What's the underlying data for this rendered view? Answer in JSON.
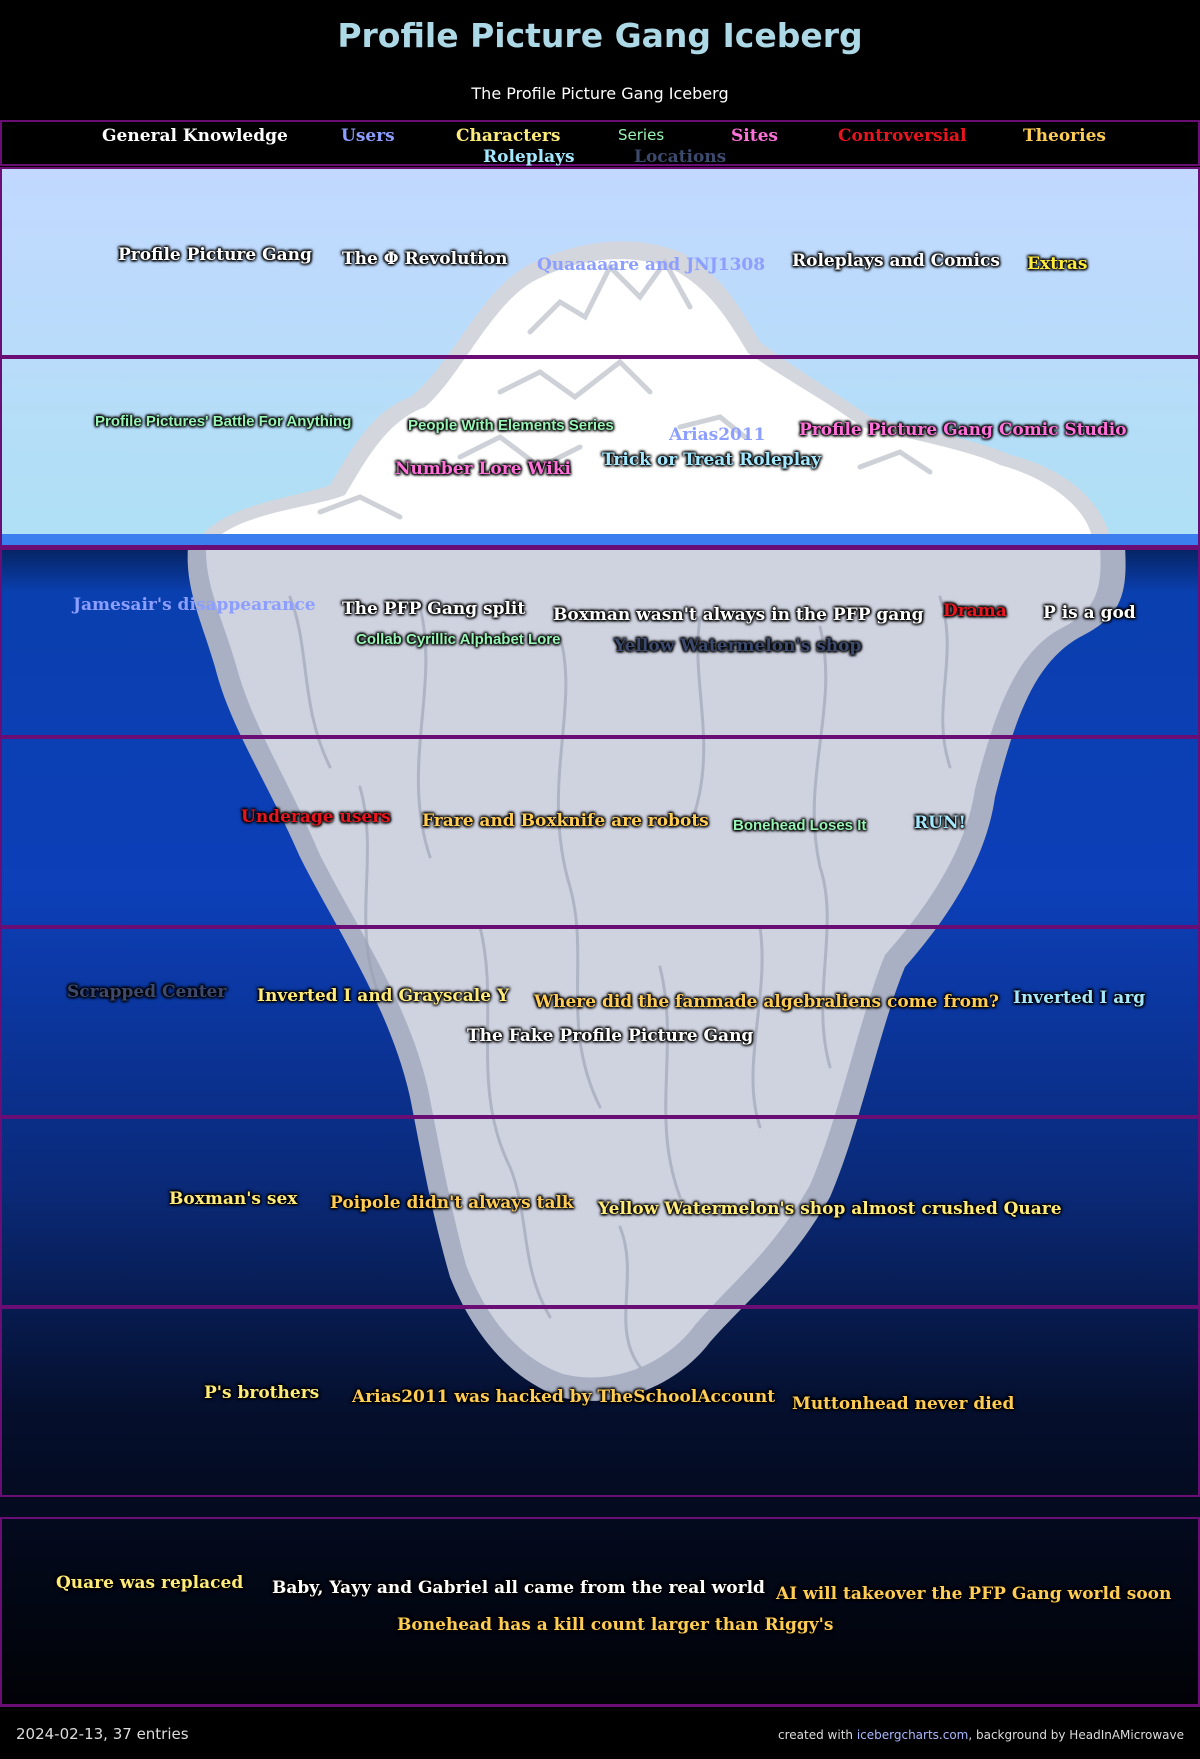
{
  "header": {
    "title": "Profile Picture Gang Iceberg",
    "subtitle": "The Profile Picture Gang Iceberg"
  },
  "legend": [
    {
      "label": "General Knowledge",
      "color": "#ffffff"
    },
    {
      "label": "Users",
      "color": "#8c9eff"
    },
    {
      "label": "Characters",
      "color": "#ffeb7a"
    },
    {
      "label": "Series",
      "color": "#98f5b5"
    },
    {
      "label": "Sites",
      "color": "#ff70d9"
    },
    {
      "label": "Controversial",
      "color": "#e8141e"
    },
    {
      "label": "Theories",
      "color": "#ffcc55"
    },
    {
      "label": "Roleplays",
      "color": "#a4e8ff"
    },
    {
      "label": "Locations",
      "color": "#3c4a6e"
    }
  ],
  "tiers": [
    {
      "entries": [
        {
          "text": "Profile Picture Gang",
          "category": "General Knowledge",
          "color": "#ffffff"
        },
        {
          "text": "The Φ Revolution",
          "category": "General Knowledge",
          "color": "#ffffff"
        },
        {
          "text": "Quaaaaare and JNJ1308",
          "category": "Users",
          "color": "#8c9eff"
        },
        {
          "text": "Roleplays and Comics",
          "category": "General Knowledge",
          "color": "#ffffff"
        },
        {
          "text": "Extras",
          "category": "Characters",
          "color": "#ffeb3b"
        }
      ]
    },
    {
      "entries": [
        {
          "text": "Profile Pictures' Battle For Anything",
          "category": "Series",
          "color": "#98f5b5"
        },
        {
          "text": "People With Elements Series",
          "category": "Series",
          "color": "#98f5b5"
        },
        {
          "text": "Arias2011",
          "category": "Users",
          "color": "#8c9eff"
        },
        {
          "text": "Profile Picture Gang Comic Studio",
          "category": "Sites",
          "color": "#ff70d9"
        },
        {
          "text": "Trick or Treat Roleplay",
          "category": "Roleplays",
          "color": "#a4e8ff"
        },
        {
          "text": "Number Lore Wiki",
          "category": "Sites",
          "color": "#ff70d9"
        }
      ]
    },
    {
      "entries": [
        {
          "text": "Jamesair's disappearance",
          "category": "Users",
          "color": "#8c9eff"
        },
        {
          "text": "The PFP Gang split",
          "category": "General Knowledge",
          "color": "#ffffff"
        },
        {
          "text": "Boxman wasn't always in the PFP gang",
          "category": "General Knowledge",
          "color": "#ffffff"
        },
        {
          "text": "Drama",
          "category": "Controversial",
          "color": "#e8141e"
        },
        {
          "text": "P is a god",
          "category": "General Knowledge",
          "color": "#ffffff"
        },
        {
          "text": "Collab Cyrillic Alphabet Lore",
          "category": "Series",
          "color": "#98f5b5"
        },
        {
          "text": "Yellow Watermelon's shop",
          "category": "Locations",
          "color": "#3c4a6e"
        }
      ]
    },
    {
      "entries": [
        {
          "text": "Underage users",
          "category": "Controversial",
          "color": "#e8141e"
        },
        {
          "text": "Frare and Boxknife are robots",
          "category": "Theories",
          "color": "#ffcc55"
        },
        {
          "text": "Bonehead Loses It",
          "category": "Series",
          "color": "#98f5b5"
        },
        {
          "text": "RUN!",
          "category": "Roleplays",
          "color": "#a4e8ff"
        }
      ]
    },
    {
      "entries": [
        {
          "text": "Scrapped Center",
          "category": "Locations",
          "color": "#3c4a6e"
        },
        {
          "text": "Inverted I and Grayscale Y",
          "category": "Characters",
          "color": "#ffeb7a"
        },
        {
          "text": "Where did the fanmade algebraliens come from?",
          "category": "Theories",
          "color": "#ffcc55"
        },
        {
          "text": "Inverted I arg",
          "category": "Roleplays",
          "color": "#a4e8ff"
        },
        {
          "text": "The Fake Profile Picture Gang",
          "category": "General Knowledge",
          "color": "#ffffff"
        }
      ]
    },
    {
      "entries": [
        {
          "text": "Boxman's sex",
          "category": "Characters",
          "color": "#ffeb7a"
        },
        {
          "text": "Poipole didn't always talk",
          "category": "Theories",
          "color": "#ffcc55"
        },
        {
          "text": "Yellow Watermelon's shop almost crushed Quare",
          "category": "Characters",
          "color": "#ffeb7a"
        }
      ]
    },
    {
      "entries": [
        {
          "text": "P's brothers",
          "category": "Characters",
          "color": "#ffeb7a"
        },
        {
          "text": "Arias2011 was hacked by TheSchoolAccount",
          "category": "Theories",
          "color": "#ffcc55"
        },
        {
          "text": "Muttonhead never died",
          "category": "Theories",
          "color": "#ffcc55"
        }
      ]
    },
    {
      "entries": [
        {
          "text": "Quare was replaced",
          "category": "Characters",
          "color": "#ffeb7a"
        },
        {
          "text": "Baby, Yayy and Gabriel all came from the real world",
          "category": "General Knowledge",
          "color": "#ffffff"
        },
        {
          "text": "AI will takeover the PFP Gang world soon",
          "category": "Theories",
          "color": "#ffcc55"
        },
        {
          "text": "Bonehead has a kill count larger than Riggy's",
          "category": "Theories",
          "color": "#ffcc55"
        }
      ]
    }
  ],
  "footer": {
    "date_count": "2024-02-13, 37 entries",
    "credit_prefix": "created with ",
    "credit_link": "icebergcharts.com",
    "credit_suffix": ", background by HeadInAMicrowave"
  }
}
